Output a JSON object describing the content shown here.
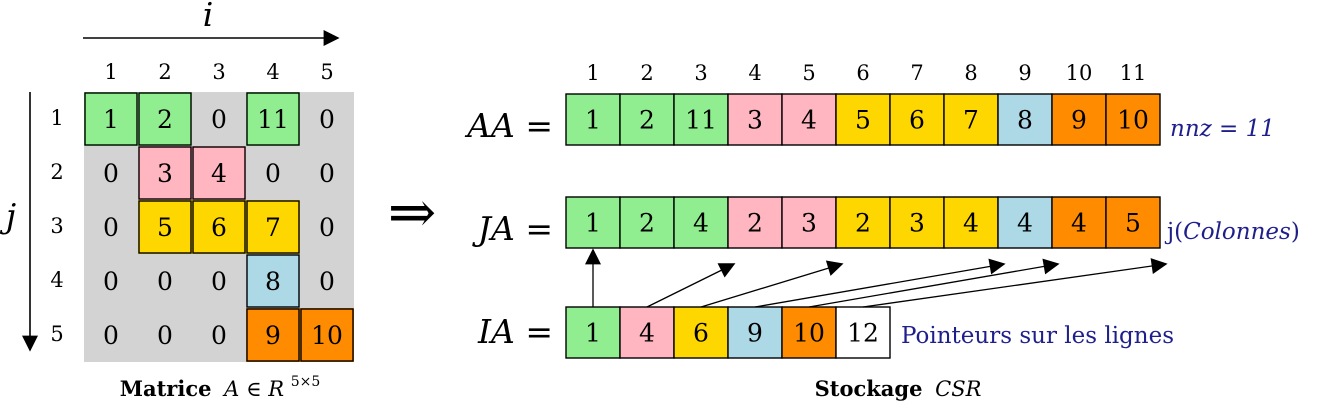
{
  "colors": {
    "green": "#90ee90",
    "pink": "#ffb6c1",
    "yellow": "#ffd700",
    "blue": "#add8e6",
    "orange": "#ff8c00",
    "grey": "#d3d3d3",
    "white": "#ffffff",
    "navy": "#1f1f8c"
  },
  "matrix": {
    "i_label": "i",
    "j_label": "j",
    "col_indices": [
      "1",
      "2",
      "3",
      "4",
      "5"
    ],
    "row_indices": [
      "1",
      "2",
      "3",
      "4",
      "5"
    ],
    "rows": [
      [
        {
          "v": "1",
          "c": "green"
        },
        {
          "v": "2",
          "c": "green"
        },
        {
          "v": "0",
          "c": "grey"
        },
        {
          "v": "11",
          "c": "green"
        },
        {
          "v": "0",
          "c": "grey"
        }
      ],
      [
        {
          "v": "0",
          "c": "grey"
        },
        {
          "v": "3",
          "c": "pink"
        },
        {
          "v": "4",
          "c": "pink"
        },
        {
          "v": "0",
          "c": "grey"
        },
        {
          "v": "0",
          "c": "grey"
        }
      ],
      [
        {
          "v": "0",
          "c": "grey"
        },
        {
          "v": "5",
          "c": "yellow"
        },
        {
          "v": "6",
          "c": "yellow"
        },
        {
          "v": "7",
          "c": "yellow"
        },
        {
          "v": "0",
          "c": "grey"
        }
      ],
      [
        {
          "v": "0",
          "c": "grey"
        },
        {
          "v": "0",
          "c": "grey"
        },
        {
          "v": "0",
          "c": "grey"
        },
        {
          "v": "8",
          "c": "blue"
        },
        {
          "v": "0",
          "c": "grey"
        }
      ],
      [
        {
          "v": "0",
          "c": "grey"
        },
        {
          "v": "0",
          "c": "grey"
        },
        {
          "v": "0",
          "c": "grey"
        },
        {
          "v": "9",
          "c": "orange"
        },
        {
          "v": "10",
          "c": "orange"
        }
      ]
    ],
    "caption_bold": "Matrice",
    "caption_math": "A ∈ R",
    "caption_sup": "5×5"
  },
  "implies_symbol": "⇒",
  "csr": {
    "top_indices": [
      "1",
      "2",
      "3",
      "4",
      "5",
      "6",
      "7",
      "8",
      "9",
      "10",
      "11"
    ],
    "aa": {
      "label": "AA =",
      "cells": [
        {
          "v": "1",
          "c": "green"
        },
        {
          "v": "2",
          "c": "green"
        },
        {
          "v": "11",
          "c": "green"
        },
        {
          "v": "3",
          "c": "pink"
        },
        {
          "v": "4",
          "c": "pink"
        },
        {
          "v": "5",
          "c": "yellow"
        },
        {
          "v": "6",
          "c": "yellow"
        },
        {
          "v": "7",
          "c": "yellow"
        },
        {
          "v": "8",
          "c": "blue"
        },
        {
          "v": "9",
          "c": "orange"
        },
        {
          "v": "10",
          "c": "orange"
        }
      ],
      "note": "nnz = 11"
    },
    "ja": {
      "label": "JA =",
      "cells": [
        {
          "v": "1",
          "c": "green"
        },
        {
          "v": "2",
          "c": "green"
        },
        {
          "v": "4",
          "c": "green"
        },
        {
          "v": "2",
          "c": "pink"
        },
        {
          "v": "3",
          "c": "pink"
        },
        {
          "v": "2",
          "c": "yellow"
        },
        {
          "v": "3",
          "c": "yellow"
        },
        {
          "v": "4",
          "c": "yellow"
        },
        {
          "v": "4",
          "c": "blue"
        },
        {
          "v": "4",
          "c": "orange"
        },
        {
          "v": "5",
          "c": "orange"
        }
      ],
      "note_prefix": "j(",
      "note_italic": "Colonnes",
      "note_suffix": ")"
    },
    "ia": {
      "label": "IA =",
      "cells": [
        {
          "v": "1",
          "c": "green"
        },
        {
          "v": "4",
          "c": "pink"
        },
        {
          "v": "6",
          "c": "yellow"
        },
        {
          "v": "9",
          "c": "blue"
        },
        {
          "v": "10",
          "c": "orange"
        },
        {
          "v": "12",
          "c": "white"
        }
      ],
      "note": "Pointeurs sur les lignes"
    },
    "caption_bold": "Stockage",
    "caption_math": "CSR"
  }
}
